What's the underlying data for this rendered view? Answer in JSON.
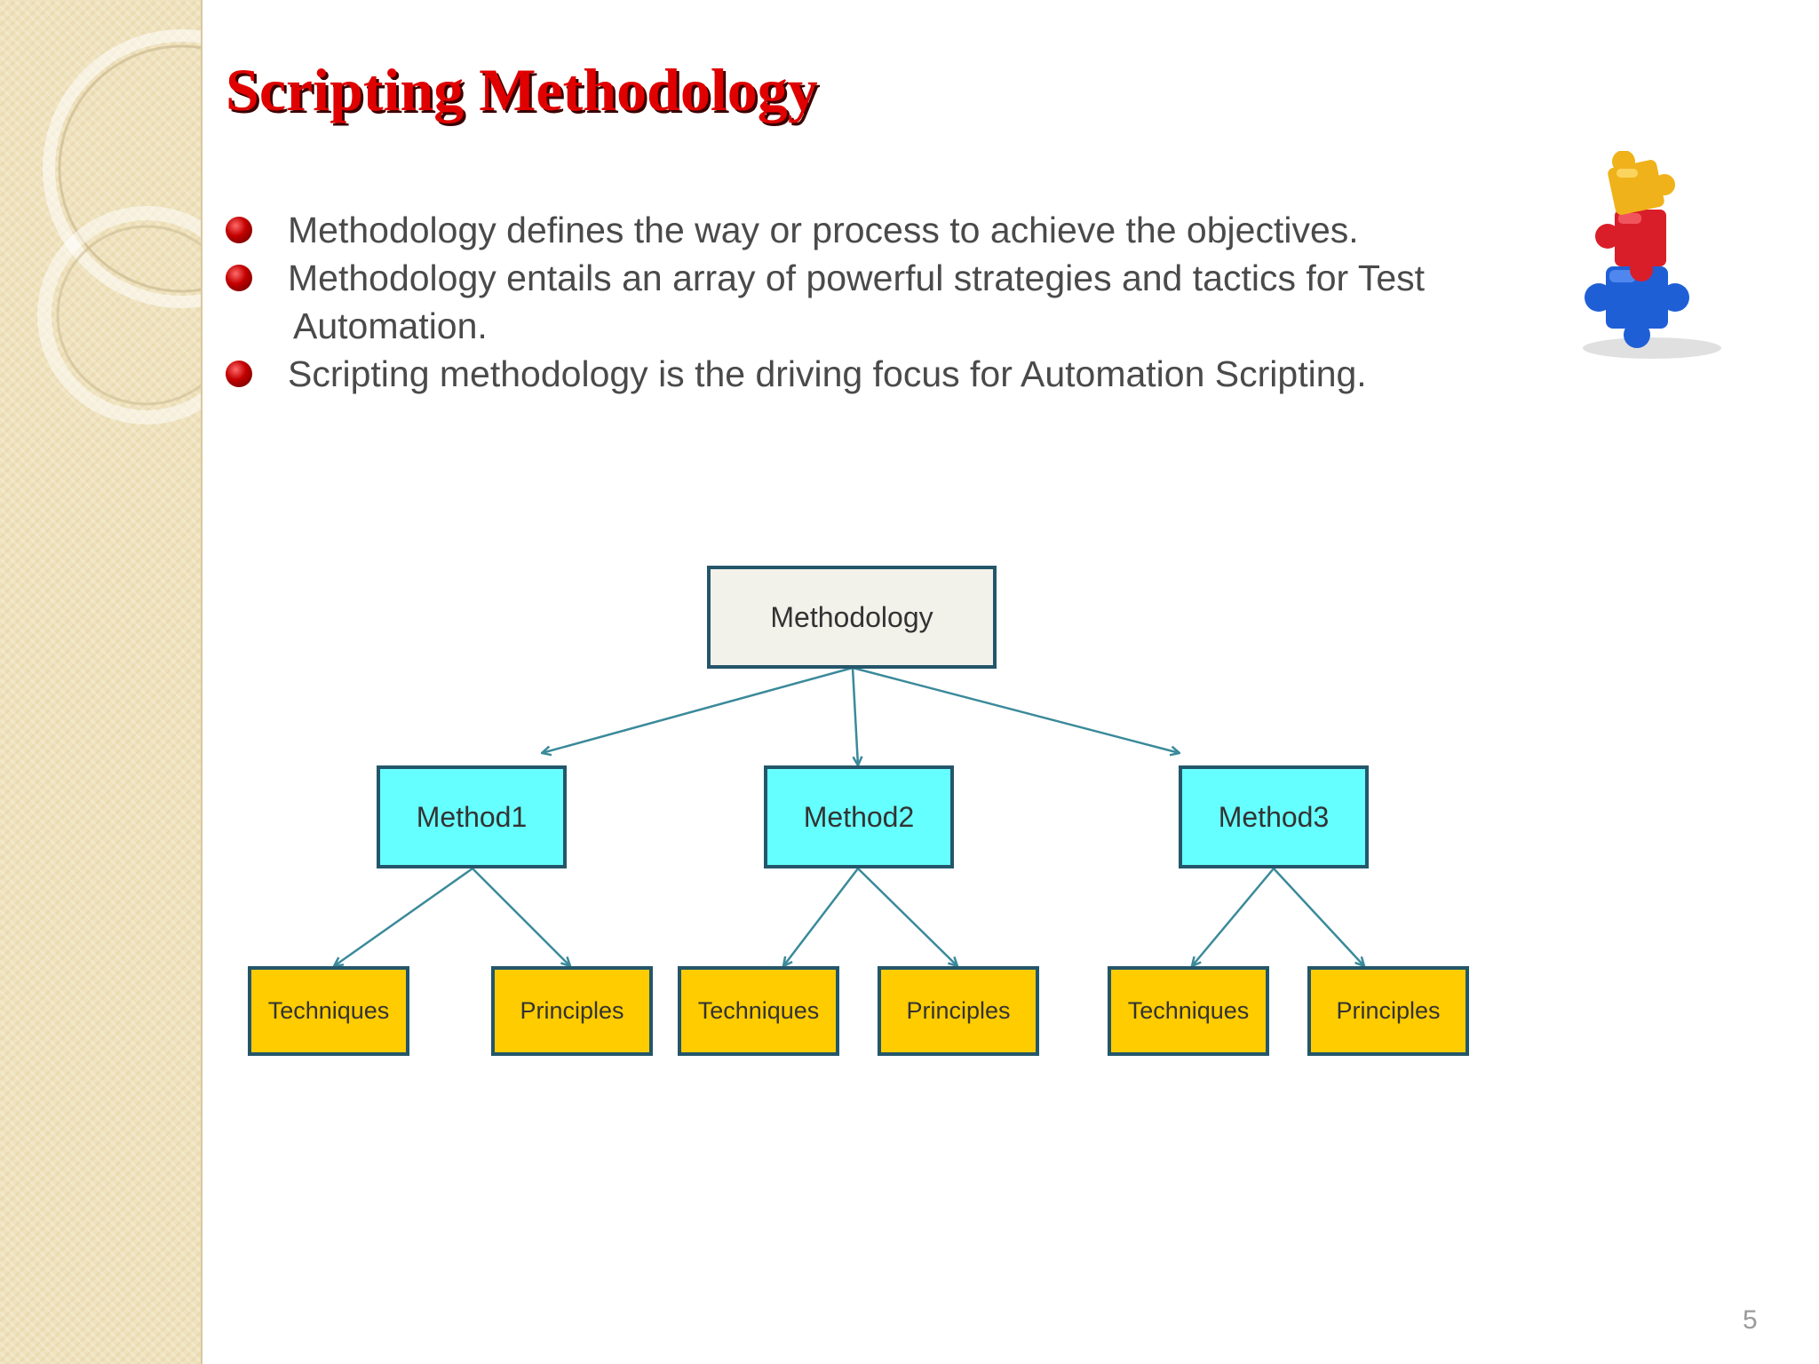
{
  "slide": {
    "title": "Scripting Methodology",
    "page_number": "5"
  },
  "bullets": [
    {
      "text": "Methodology defines the way or process to achieve the objectives."
    },
    {
      "line1": "Methodology entails an array of powerful strategies and tactics for Test",
      "line2": "Automation."
    },
    {
      "text": "Scripting methodology is the driving focus for Automation Scripting."
    }
  ],
  "diagram": {
    "root": {
      "label": "Methodology"
    },
    "methods": [
      {
        "label": "Method1",
        "children": [
          {
            "label": "Techniques"
          },
          {
            "label": "Principles"
          }
        ]
      },
      {
        "label": "Method2",
        "children": [
          {
            "label": "Techniques"
          },
          {
            "label": "Principles"
          }
        ]
      },
      {
        "label": "Method3",
        "children": [
          {
            "label": "Techniques"
          },
          {
            "label": "Principles"
          }
        ]
      }
    ]
  },
  "colors": {
    "title": "#e00000",
    "root_fill": "#f2f1ea",
    "method_fill": "#66ffff",
    "leaf_fill": "#ffcc00",
    "node_border": "#24566a",
    "connector": "#3a8a9a"
  },
  "icons": {
    "bullet": "red-sphere-bullet-icon",
    "decoration": "puzzle-pieces-icon"
  }
}
